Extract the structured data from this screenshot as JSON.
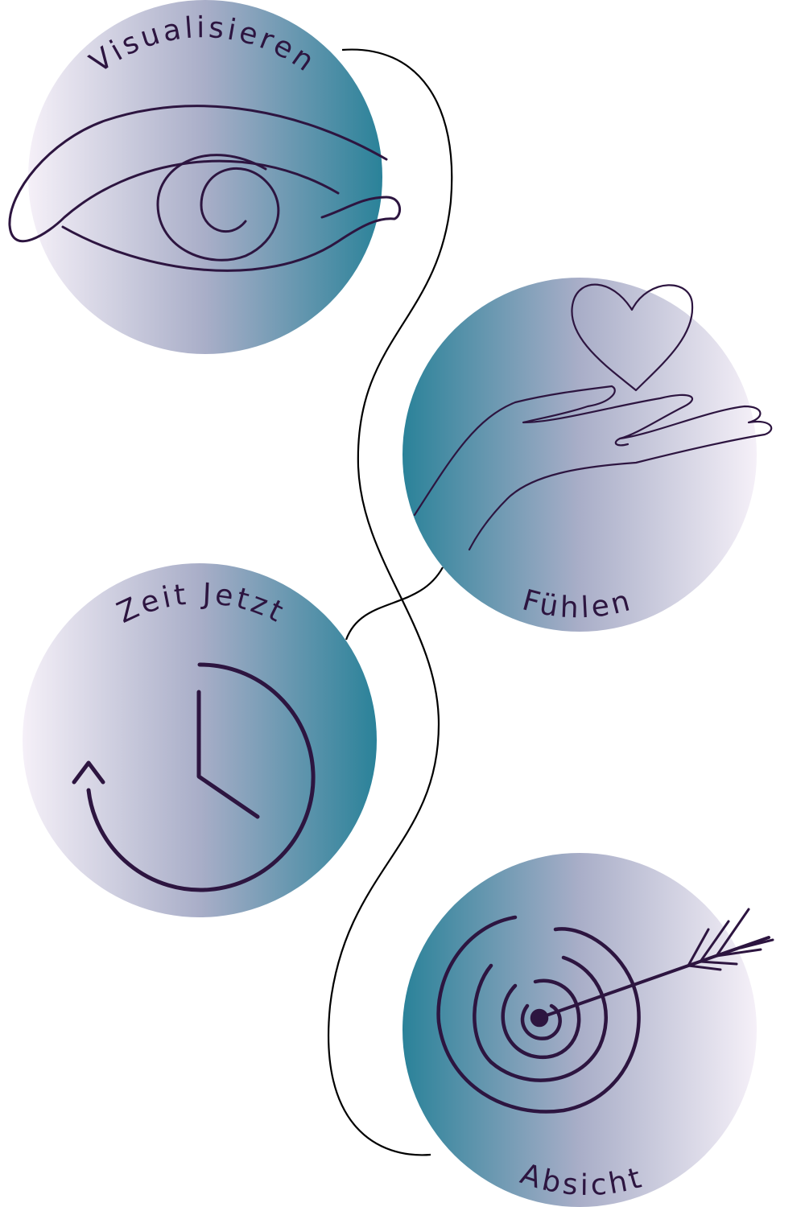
{
  "colors": {
    "teal": "#2a8299",
    "light": "#f5f0f8",
    "ink": "#2d1540",
    "line": "#000000"
  },
  "steps": [
    {
      "label": "Visualisieren",
      "icon": "eye-icon"
    },
    {
      "label": "Fühlen",
      "icon": "hand-heart-icon"
    },
    {
      "label": "Zeit Jetzt",
      "icon": "clock-icon"
    },
    {
      "label": "Absicht",
      "icon": "target-arrow-icon"
    }
  ]
}
